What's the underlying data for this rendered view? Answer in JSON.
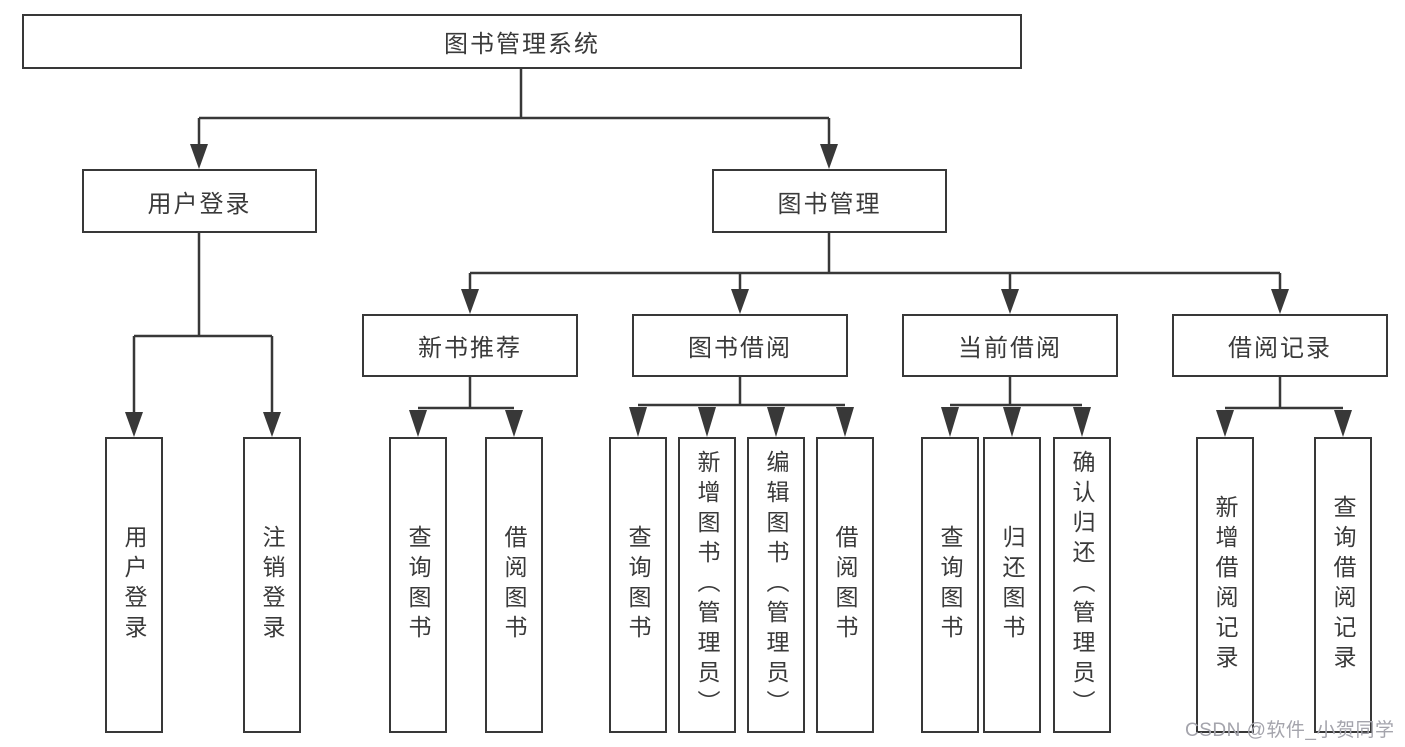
{
  "diagram": {
    "type": "hierarchy-diagram",
    "colors": {
      "line": "#383838",
      "box_border": "#383838",
      "box_fill": "#ffffff",
      "text": "#3a3a3a",
      "watermark_text": "#a4a4ac"
    },
    "watermark": "CSDN @软件_小贺同学"
  },
  "tree": {
    "label": "图书管理系统",
    "children": [
      {
        "label": "用户登录",
        "children": [
          {
            "label": "用户登录"
          },
          {
            "label": "注销登录"
          }
        ]
      },
      {
        "label": "图书管理",
        "children": [
          {
            "label": "新书推荐",
            "children": [
              {
                "label": "查询图书"
              },
              {
                "label": "借阅图书"
              }
            ]
          },
          {
            "label": "图书借阅",
            "children": [
              {
                "label": "查询图书"
              },
              {
                "label": "新增图书（管理员）"
              },
              {
                "label": "编辑图书（管理员）"
              },
              {
                "label": "借阅图书"
              }
            ]
          },
          {
            "label": "当前借阅",
            "children": [
              {
                "label": "查询图书"
              },
              {
                "label": "归还图书"
              },
              {
                "label": "确认归还（管理员）"
              }
            ]
          },
          {
            "label": "借阅记录",
            "children": [
              {
                "label": "新增借阅记录"
              },
              {
                "label": "查询借阅记录"
              }
            ]
          }
        ]
      }
    ]
  }
}
